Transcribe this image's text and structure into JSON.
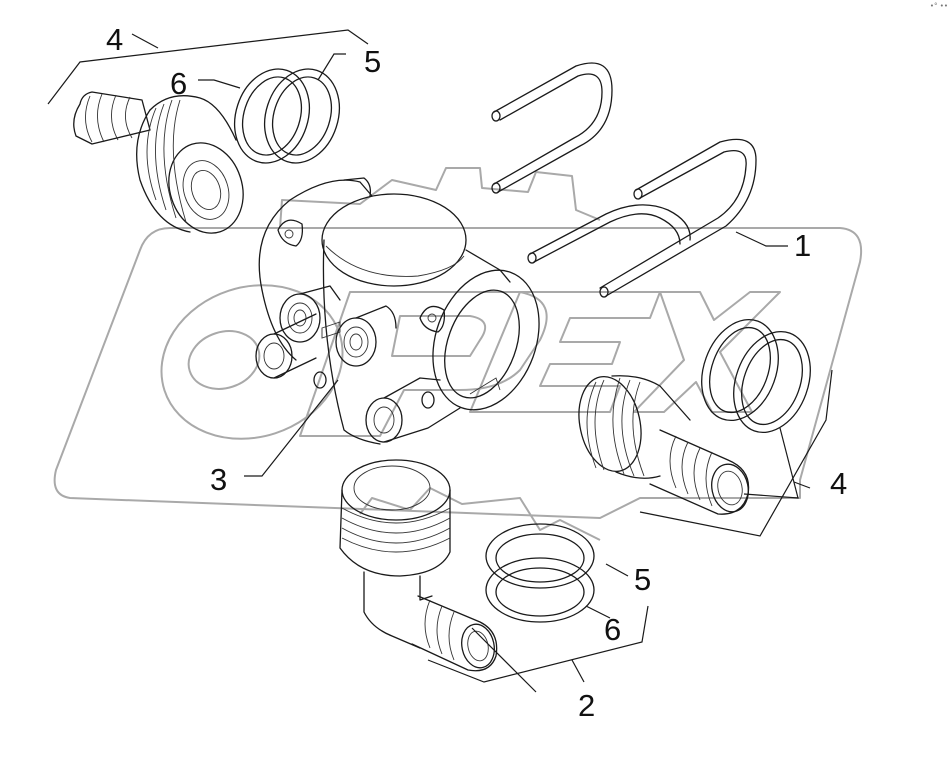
{
  "diagram": {
    "type": "exploded-parts-view",
    "watermark": "OPEX",
    "corner_mark": "•° ••",
    "colors": {
      "line": "#1a1a1a",
      "watermark": "#a9a9a9",
      "background": "#ffffff"
    },
    "callouts": [
      {
        "id": "c1",
        "label": "1",
        "part": "u-clip-pins"
      },
      {
        "id": "c2",
        "label": "2",
        "part": "elbow-hose-fitting-assembly"
      },
      {
        "id": "c3",
        "label": "3",
        "part": "valve-body"
      },
      {
        "id": "c4a",
        "label": "4",
        "part": "straight-hose-fitting-assembly-left"
      },
      {
        "id": "c4b",
        "label": "4",
        "part": "straight-hose-fitting-assembly-right"
      },
      {
        "id": "c5a",
        "label": "5",
        "part": "o-ring-left"
      },
      {
        "id": "c5b",
        "label": "5",
        "part": "o-ring-bottom"
      },
      {
        "id": "c6a",
        "label": "6",
        "part": "backup-ring-left"
      },
      {
        "id": "c6b",
        "label": "6",
        "part": "backup-ring-bottom"
      }
    ]
  }
}
